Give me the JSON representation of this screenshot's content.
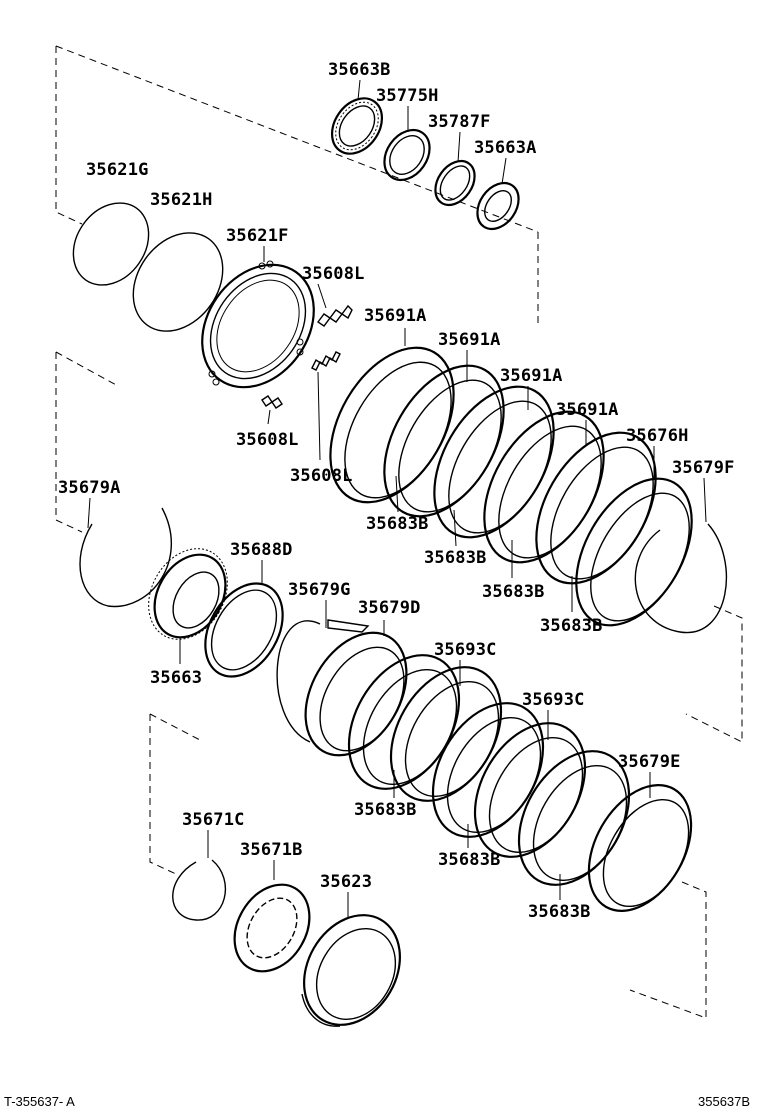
{
  "labels": {
    "p35663B": "35663B",
    "p35775H": "35775H",
    "p35787F": "35787F",
    "p35663A": "35663A",
    "p35621G": "35621G",
    "p35621H": "35621H",
    "p35621F": "35621F",
    "p35608L_top": "35608L",
    "p35608L_left": "35608L",
    "p35608L_mid": "35608L",
    "p35691A_1": "35691A",
    "p35691A_2": "35691A",
    "p35691A_3": "35691A",
    "p35691A_4": "35691A",
    "p35676H": "35676H",
    "p35679F": "35679F",
    "p35683B_1": "35683B",
    "p35683B_2": "35683B",
    "p35683B_3": "35683B",
    "p35683B_4": "35683B",
    "p35679A": "35679A",
    "p35688D": "35688D",
    "p35679G": "35679G",
    "p35679D": "35679D",
    "p35663": "35663",
    "p35693C_1": "35693C",
    "p35693C_2": "35693C",
    "p35679E": "35679E",
    "p35683B_5": "35683B",
    "p35683B_6": "35683B",
    "p35683B_7": "35683B",
    "p35671C": "35671C",
    "p35671B": "35671B",
    "p35623": "35623"
  },
  "footer": {
    "left_code": "T-355637- A",
    "right_code": "355637B"
  }
}
